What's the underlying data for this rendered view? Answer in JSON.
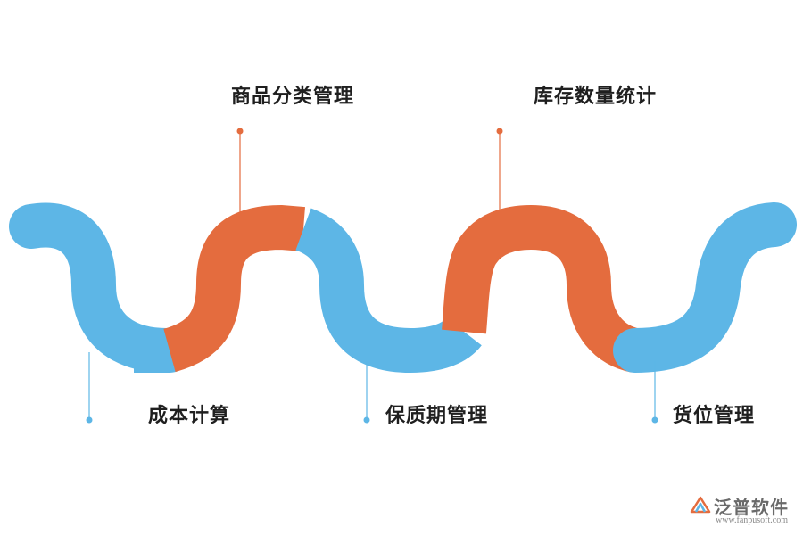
{
  "colors": {
    "blue": "#5db6e6",
    "orange": "#e46c3e"
  },
  "steps": [
    {
      "label": "成本计算"
    },
    {
      "label": "商品分类管理"
    },
    {
      "label": "保质期管理"
    },
    {
      "label": "库存数量统计"
    },
    {
      "label": "货位管理"
    }
  ],
  "watermark": {
    "name": "泛普软件",
    "url": "www.fanpusoft.com"
  }
}
